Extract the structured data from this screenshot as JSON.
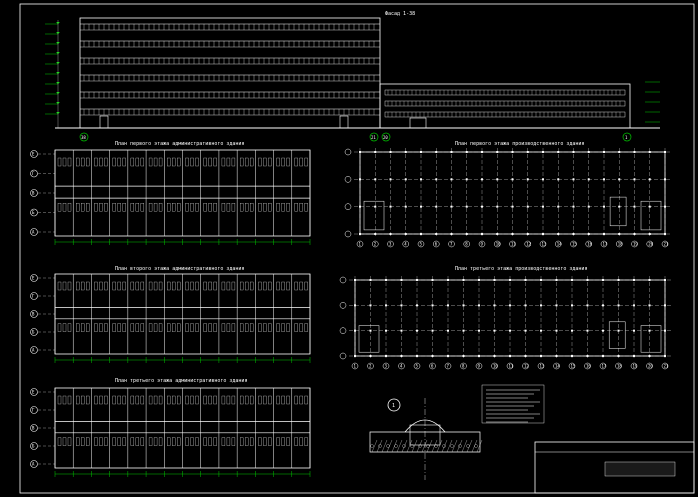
{
  "drawing": {
    "facade_title": "Фасад 1-38",
    "plan1_admin_title": "План первого этажа административного здания",
    "plan2_admin_title": "План второго этажа административного здания",
    "plan3_admin_title": "План третьего этажа административного здания",
    "plan1_prod_title": "План первого этажа производственного здания",
    "plan2_prod_title": "План третьего этажа производственного здания",
    "detail_number": "1",
    "axis_labels_left": [
      "Е",
      "Г",
      "В",
      "Б",
      "А"
    ],
    "axis_numbers_bottom": [
      "1",
      "2",
      "3",
      "4",
      "5",
      "6",
      "7",
      "8",
      "9",
      "10",
      "11",
      "12",
      "13",
      "14",
      "15",
      "16",
      "17",
      "18",
      "19",
      "20",
      "21"
    ],
    "facade_axis_marks": [
      "38",
      "21",
      "20",
      "1"
    ],
    "colors": {
      "background": "#000000",
      "lines": "#ffffff",
      "accent_green": "#00c800"
    }
  }
}
